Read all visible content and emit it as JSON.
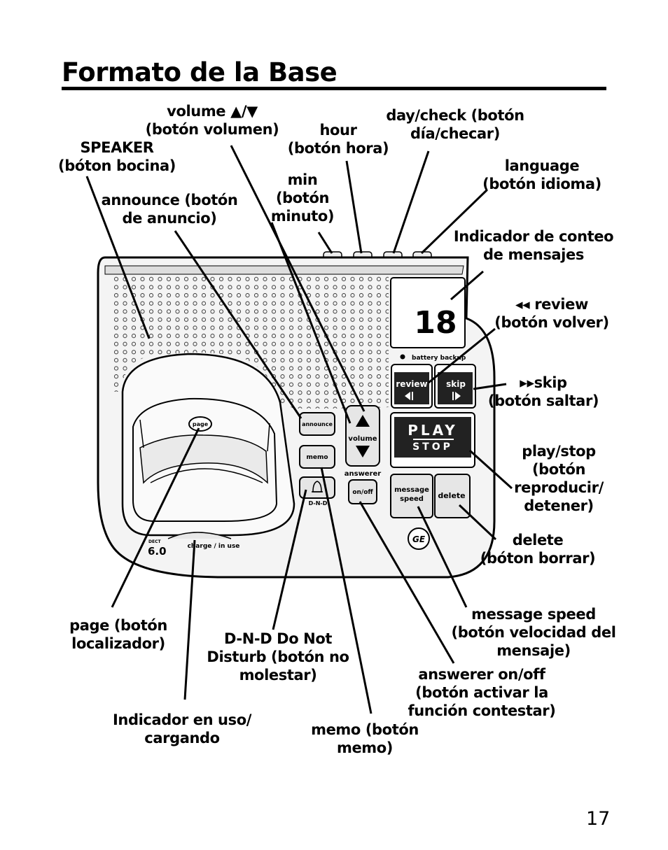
{
  "page": {
    "title": "Formato de la Base",
    "page_number": "17"
  },
  "labels": {
    "speaker": [
      "SPEAKER",
      "(bóton bocina)"
    ],
    "volume": [
      "volume ▲/▼",
      "(botón volumen)"
    ],
    "hour": [
      "hour",
      "(botón hora)"
    ],
    "daycheck": [
      "day/check (botón",
      "día/checar)"
    ],
    "language": [
      "language",
      "(botón idioma)"
    ],
    "announce": [
      "announce (botón",
      "de anuncio)"
    ],
    "min": [
      "min",
      "(botón",
      "minuto)"
    ],
    "counter": [
      "Indicador de conteo",
      "de mensajes"
    ],
    "review": [
      "◂◂  review",
      "(botón volver)"
    ],
    "skip": [
      "▸▸skip",
      "(botón saltar)"
    ],
    "playstop": [
      "play/stop",
      "(botón",
      "reproducir/",
      "detener)"
    ],
    "delete": [
      "delete",
      "(bóton borrar)"
    ],
    "msgspeed": [
      "message speed",
      "(botón velocidad del",
      "mensaje)"
    ],
    "page": [
      "page (botón",
      "localizador)"
    ],
    "dnd": [
      "D-N-D Do Not",
      "Disturb (botón no",
      "molestar)"
    ],
    "answerer": [
      "answerer on/off",
      "(botón activar la",
      "función contestar)"
    ],
    "inuse": [
      "Indicador en uso/",
      "cargando"
    ],
    "memo": [
      "memo (botón",
      "memo)"
    ]
  },
  "device": {
    "counter_digits": "18",
    "battery_label": "battery backup",
    "review_label": "review",
    "skip_label": "skip",
    "play_label": "PLAY",
    "stop_label": "STOP",
    "message_speed_label": [
      "message",
      "speed"
    ],
    "delete_label": "delete",
    "announce_label": "announce",
    "memo_label": "memo",
    "dnd_label": "D-N-D",
    "volume_label": "volume",
    "answerer_label": "answerer",
    "onoff_label": "on/off",
    "page_label": "page",
    "charge_label": "charge / in use",
    "dect_label": "DECT",
    "dect_version": "6.0",
    "brand_label": "GE"
  }
}
